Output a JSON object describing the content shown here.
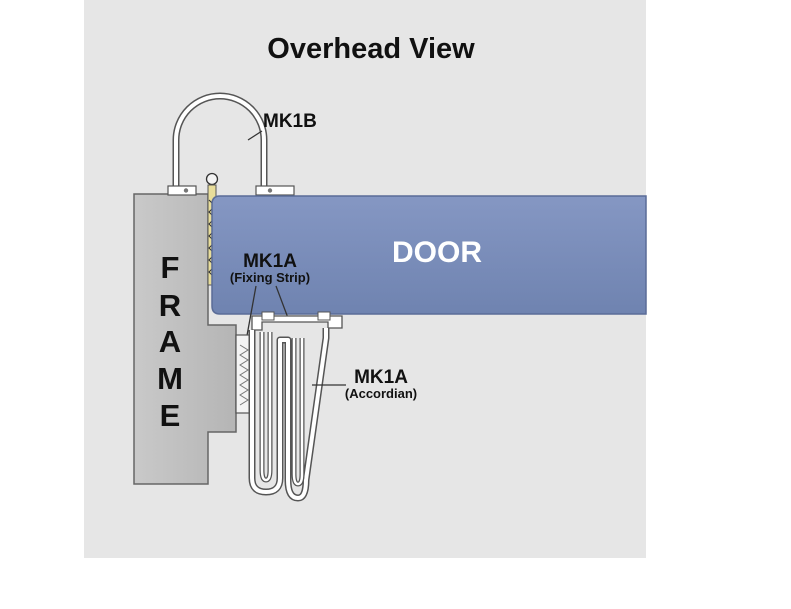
{
  "title": "Overhead View",
  "labels": {
    "mk1b": "MK1B",
    "mk1a_fixing": "MK1A",
    "mk1a_fixing_sub": "(Fixing Strip)",
    "mk1a_accordian": "MK1A",
    "mk1a_accordian_sub": "(Accordian)",
    "door": "DOOR",
    "frame_letters": [
      "F",
      "R",
      "A",
      "M",
      "E"
    ]
  },
  "colors": {
    "background": "#e6e6e6",
    "door": "#7b8fb9",
    "frame": "#c4c4c4",
    "seal": "#ffffff",
    "outline": "#555555"
  }
}
